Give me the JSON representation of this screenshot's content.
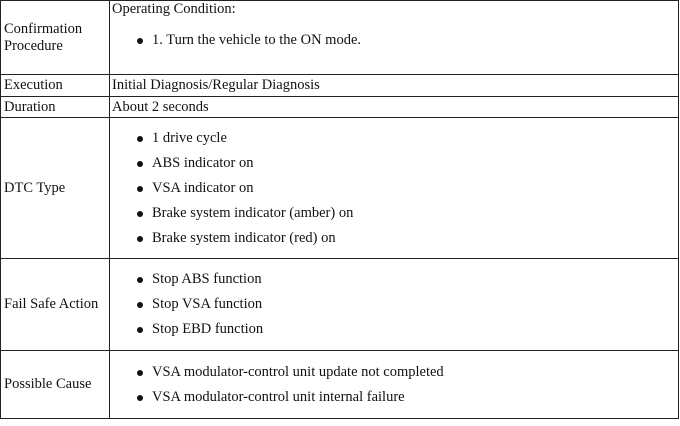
{
  "rows": {
    "confirmation": {
      "label": "Confirmation Procedure",
      "title": "Operating Condition:",
      "items": [
        "1. Turn the vehicle to the ON mode."
      ]
    },
    "execution": {
      "label": "Execution",
      "value": "Initial Diagnosis/Regular Diagnosis"
    },
    "duration": {
      "label": "Duration",
      "value": "About 2 seconds"
    },
    "dtc_type": {
      "label": "DTC Type",
      "items": [
        "1 drive cycle",
        "ABS indicator on",
        "VSA indicator on",
        "Brake system indicator (amber) on",
        "Brake system indicator (red) on"
      ]
    },
    "fail_safe": {
      "label": "Fail Safe Action",
      "items": [
        "Stop ABS function",
        "Stop VSA function",
        "Stop EBD function"
      ]
    },
    "possible_cause": {
      "label": "Possible Cause",
      "items": [
        "VSA modulator-control unit update not completed",
        "VSA modulator-control unit internal failure"
      ]
    }
  }
}
